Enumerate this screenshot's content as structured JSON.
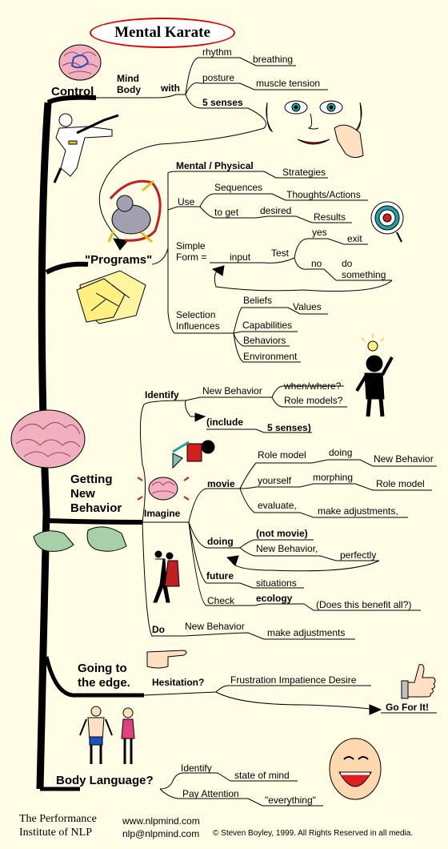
{
  "title": "Mental Karate",
  "branches": {
    "control": {
      "label": "Control",
      "mind_body": "Mind\nBody",
      "with": "with",
      "rhythm": "rhythm",
      "breathing": "breathing",
      "posture": "posture",
      "muscle_tension": "muscle tension",
      "five_senses": "5 senses"
    },
    "programs": {
      "label": "\"Programs\"",
      "mental_physical": "Mental / Physical",
      "strategies": "Strategies",
      "use": "Use",
      "sequences": "Sequences",
      "thoughts_actions": "Thoughts/Actions",
      "to_get": "to get",
      "desired": "desired",
      "results": "Results",
      "simple_form": "Simple\nForm =",
      "input": "input",
      "test": "Test",
      "yes": "yes",
      "exit": "exit",
      "no": "no",
      "do_something": "do\nsomething",
      "selection_influences": "Selection\nInfluences",
      "beliefs": "Beliefs",
      "values": "Values",
      "capabilities": "Capabilities",
      "behaviors": "Behaviors",
      "environment": "Environment"
    },
    "getting_new_behavior": {
      "label": "Getting\nNew\nBehavior",
      "identify": "Identify",
      "new_behavior": "New Behavior",
      "when_where": "when/where?",
      "role_models": "Role models?",
      "include": "(include",
      "five_senses": "5 senses)",
      "imagine": "Imagine",
      "movie": "movie",
      "role_model": "Role model",
      "doing_small": "doing",
      "new_behavior_2": "New Behavior",
      "yourself": "yourself",
      "morphing": "morphing",
      "role_model_2": "Role model",
      "evaluate": "evaluate,",
      "make_adjustments": "make adjustments,",
      "doing": "doing",
      "not_movie": "(not movie)",
      "new_behavior_3": "New Behavior,",
      "perfectly": "perfectly",
      "future": "future",
      "situations": "situations",
      "check": "Check",
      "ecology": "ecology",
      "benefit_all": "(Does this benefit all?)",
      "do": "Do",
      "new_behavior_4": "New Behavior",
      "make_adjustments_2": "make adjustments"
    },
    "going_to_the_edge": {
      "label": "Going to\nthe edge.",
      "hesitation": "Hesitation?",
      "frustration": "Frustration Impatience Desire",
      "go_for_it": "Go For It!"
    },
    "body_language": {
      "label": "Body Language?",
      "identify": "Identify",
      "state_of_mind": "state of mind",
      "pay_attention": "Pay Attention",
      "everything": "\"everything\""
    }
  },
  "footer": {
    "org": "The Performance\nInstitute of NLP",
    "website": "www.nlpmind.com",
    "email": "nlp@nlpmind.com",
    "copyright": "© Steven Boyley, 1999. All Rights Reserved in all media."
  },
  "colors": {
    "background": "#fffde6",
    "title_border": "#e00000",
    "brain": "#f0b0c0",
    "hands": "#a8d0a8",
    "target_red": "#d02020",
    "target_teal": "#20a0a0",
    "eye": "#2ab0b0",
    "mouth": "#e02020"
  },
  "icons": [
    "brain-icon",
    "karate-kick-icon",
    "face-eyes-icon",
    "robot-program-icon",
    "target-icon",
    "map-icon",
    "lightbulb-figure-icon",
    "film-projector-icon",
    "hands-icon",
    "dancers-icon",
    "pointing-hand-icon",
    "thumbs-up-icon",
    "beach-couple-icon",
    "laughing-face-icon"
  ]
}
